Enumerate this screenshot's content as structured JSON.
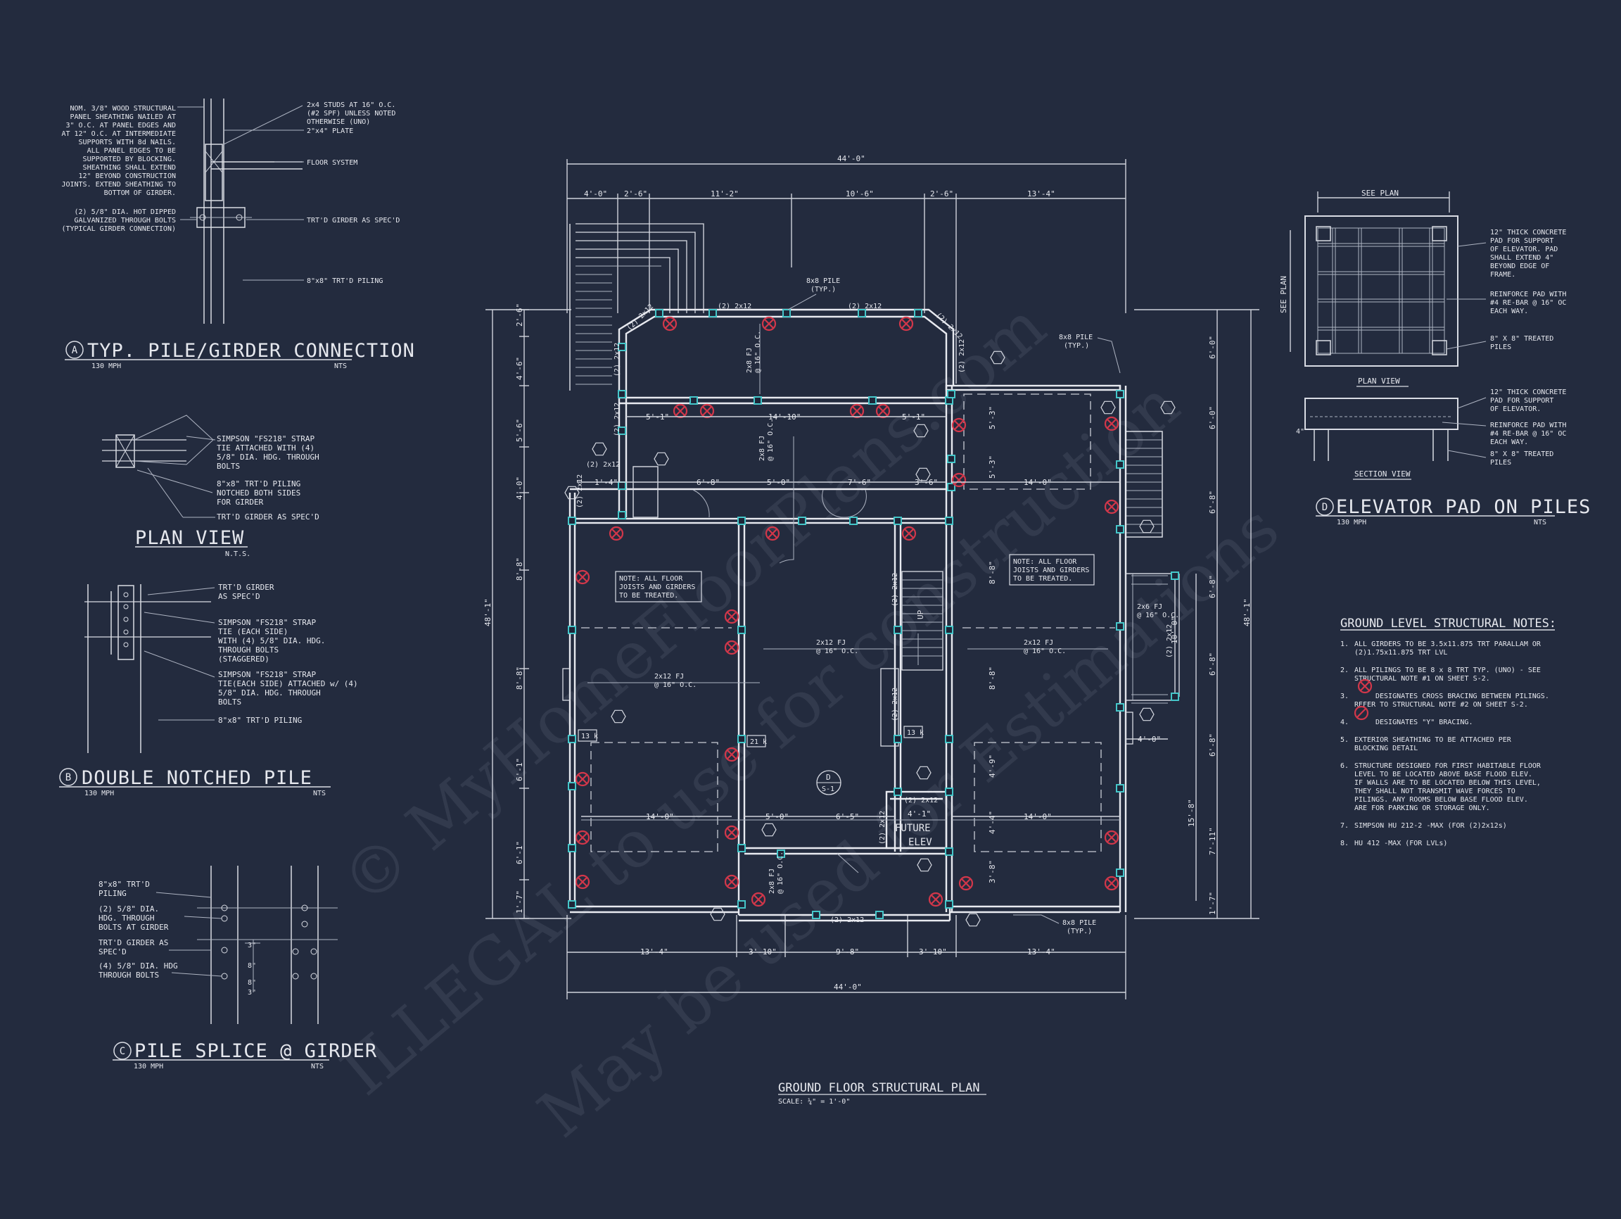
{
  "plan": {
    "title": "GROUND FLOOR STRUCTURAL PLAN",
    "scale": "SCALE: ¼\" = 1'-0\"",
    "overall_width": "44'-0\"",
    "overall_depth": "48'-1\"",
    "top_dims": [
      "4'-0\"",
      "2'-6\"",
      "11'-2\"",
      "10'-6\"",
      "2'-6\"",
      "13'-4\""
    ],
    "bottom_dims": [
      "13'-4\"",
      "3'-10\"",
      "9'-8\"",
      "3'-10\"",
      "13'-4\""
    ],
    "left_dims": [
      "2'-6\"",
      "4'-6\"",
      "5'-6\"",
      "4'-0\"",
      "8'-8\"",
      "8'-8\"",
      "6'-1\"",
      "6'-1\"",
      "1'-7\""
    ],
    "right_dims": [
      "6'-0\"",
      "6'-0\"",
      "6'-8\"",
      "6'-8\"",
      "6'-8\"",
      "6'-8\"",
      "7'-11\"",
      "1'-7\""
    ],
    "inner_dims": [
      "5'-1\"",
      "14'-10\"",
      "5'-1\"",
      "1'-4\"",
      "6'-8\"",
      "5'-0\"",
      "7'-6\"",
      "3'-6\"",
      "14'-0\"",
      "14'-0\"",
      "5'-0\"",
      "6'-5\"",
      "4'-1\"",
      "14'-0\"",
      "4'-0\"",
      "5'-3\"",
      "5'-3\"",
      "8'-8\"",
      "8'-8\"",
      "4'-9\"",
      "4'-4\"",
      "3'-8\"",
      "10'-0\"",
      "15'-8\""
    ],
    "member_labels": [
      "(2) 2x12",
      "(2) 2x12",
      "(2) 2x12",
      "(2) 2x12",
      "(2) 2x12",
      "(2) 2x12",
      "(2) 2x12",
      "(2) 2x12",
      "(2) 2x12",
      "(2) 2x12",
      "(2) 2x12",
      "(2) 2x12"
    ],
    "joist_labels": [
      "2x12 FJ\n@ 16\" O.C.",
      "2x12 FJ\n@ 16\" O.C.",
      "2x12 FJ\n@ 16\" O.C.",
      "2x6 FJ\n@ 16\" O.C.",
      "2x8 FJ\n@ 16\" O.C.",
      "2x8 FJ\n@ 16\" O.C.",
      "2x8 FJ\n@ 16\" O.C."
    ],
    "note1": [
      "NOTE: ALL FLOOR",
      "JOISTS AND GIRDERS",
      "TO BE TREATED."
    ],
    "note2": [
      "NOTE: ALL FLOOR",
      "JOISTS AND GIRDERS",
      "TO BE TREATED."
    ],
    "pile_callout_top": [
      "8x8 PILE",
      "(TYP.)"
    ],
    "pile_callout_right": [
      "8x8 PILE",
      "(TYP.)"
    ],
    "pile_callout_bottom": [
      "8x8 PILE",
      "(TYP.)"
    ],
    "future_elev": [
      "FUTURE",
      "ELEV"
    ],
    "beam_tags": [
      "13 k",
      "21 k",
      "13 k"
    ],
    "stair_up": "UP",
    "section_ref": [
      "D",
      "S-1"
    ]
  },
  "detail_a": {
    "letter": "A",
    "title": "TYP. PILE/GIRDER CONNECTION",
    "wind": "130 MPH",
    "scale": "NTS",
    "left_notes": [
      "NOM. 3/8\" WOOD STRUCTURAL",
      "PANEL SHEATHING NAILED AT",
      "3\" O.C. AT PANEL EDGES AND",
      "AT 12\" O.C. AT INTERMEDIATE",
      "SUPPORTS WITH 8d NAILS.",
      "ALL PANEL EDGES TO BE",
      "SUPPORTED BY BLOCKING.",
      "SHEATHING SHALL EXTEND",
      "12\" BEYOND CONSTRUCTION",
      "JOINTS. EXTEND SHEATHING TO",
      "BOTTOM OF GIRDER."
    ],
    "bolt_note": [
      "(2) 5/8\" DIA. HOT DIPPED",
      "GALVANIZED THROUGH BOLTS",
      "(TYPICAL GIRDER CONNECTION)"
    ],
    "stud_note": [
      "2x4 STUDS AT 16\" O.C.",
      "(#2 SPF) UNLESS NOTED",
      "OTHERWISE (UNO)"
    ],
    "plate_note": "2\"x4\" PLATE",
    "floor_note": "FLOOR SYSTEM",
    "girder_note": "TRT'D GIRDER AS SPEC'D",
    "piling_note": "8\"x8\" TRT'D PILING"
  },
  "detail_plan": {
    "title": "PLAN VIEW",
    "scale": "N.T.S.",
    "strap_note": [
      "SIMPSON \"FS218\" STRAP",
      "TIE ATTACHED WITH (4)",
      "5/8\" DIA. HDG. THROUGH",
      "BOLTS"
    ],
    "notch_note": [
      "8\"x8\" TRT'D PILING",
      "NOTCHED BOTH SIDES",
      "FOR GIRDER"
    ],
    "girder_note": "TRT'D GIRDER AS SPEC'D"
  },
  "detail_b": {
    "letter": "B",
    "title": "DOUBLE NOTCHED PILE",
    "wind": "130 MPH",
    "scale": "NTS",
    "girder_note": [
      "TRT'D GIRDER",
      "AS SPEC'D"
    ],
    "strap1": [
      "SIMPSON \"FS218\" STRAP",
      "TIE (EACH SIDE)",
      "WITH (4) 5/8\" DIA. HDG.",
      "THROUGH BOLTS",
      "(STAGGERED)"
    ],
    "strap2": [
      "SIMPSON \"FS218\" STRAP",
      "TIE(EACH SIDE) ATTACHED w/ (4)",
      "5/8\" DIA. HDG. THROUGH",
      "BOLTS"
    ],
    "piling_note": "8\"x8\" TRT'D PILING"
  },
  "detail_c": {
    "letter": "C",
    "title": "PILE SPLICE @ GIRDER",
    "wind": "130 MPH",
    "scale": "NTS",
    "notes": [
      "8\"x8\" TRT'D",
      "PILING",
      "(2) 5/8\" DIA.",
      "HDG. THROUGH",
      "BOLTS AT GIRDER",
      "TRT'D GIRDER AS",
      "SPEC'D",
      "(4) 5/8\" DIA. HDG",
      "THROUGH BOLTS"
    ],
    "dims": [
      "3\"",
      "8\"",
      "8\"",
      "3\""
    ]
  },
  "detail_d": {
    "letter": "D",
    "title": "ELEVATOR PAD ON PILES",
    "wind": "130 MPH",
    "scale": "NTS",
    "see_plan_top": "SEE PLAN",
    "see_plan_side": "SEE PLAN",
    "plan_view": "PLAN VIEW",
    "section_view": "SECTION VIEW",
    "dim_4": "4\"",
    "pad_note1": [
      "12\" THICK CONCRETE",
      "PAD FOR SUPPORT",
      "OF ELEVATOR. PAD",
      "SHALL EXTEND 4\"",
      "BEYOND EDGE OF",
      "FRAME."
    ],
    "rebar_note1": [
      "REINFORCE PAD WITH",
      "#4 RE-BAR @ 16\" OC",
      "EACH WAY."
    ],
    "pile_note1": [
      "8\" X 8\" TREATED",
      "PILES"
    ],
    "pad_note2": [
      "12\" THICK CONCRETE",
      "PAD FOR SUPPORT",
      "OF ELEVATOR."
    ],
    "rebar_note2": [
      "REINFORCE PAD WITH",
      "#4 RE-BAR @ 16\" OC",
      "EACH WAY."
    ],
    "pile_note2": [
      "8\" X 8\" TREATED",
      "PILES"
    ]
  },
  "notes": {
    "heading": "GROUND LEVEL STRUCTURAL NOTES:",
    "items": [
      {
        "num": "1.",
        "lines": [
          "ALL GIRDERS TO BE 3.5x11.875 TRT PARALLAM OR",
          "(2)1.75x11.875 TRT LVL"
        ]
      },
      {
        "num": "2.",
        "lines": [
          "ALL PILINGS TO BE 8 x 8 TRT TYP. (UNO) - SEE",
          "STRUCTURAL NOTE #1 ON SHEET S-2."
        ]
      },
      {
        "num": "3.",
        "lines": [
          "DESIGNATES CROSS BRACING BETWEEN PILINGS.",
          "REFER TO STRUCTURAL NOTE #2 ON SHEET S-2."
        ]
      },
      {
        "num": "4.",
        "lines": [
          "DESIGNATES \"Y\" BRACING."
        ]
      },
      {
        "num": "5.",
        "lines": [
          "EXTERIOR SHEATHING TO BE ATTACHED PER",
          "BLOCKING DETAIL"
        ]
      },
      {
        "num": "6.",
        "lines": [
          "STRUCTURE DESIGNED FOR FIRST HABITABLE FLOOR",
          "LEVEL TO BE LOCATED ABOVE BASE FLOOD ELEV.",
          "IF WALLS ARE TO BE LOCATED BELOW THIS LEVEL,",
          "THEY SHALL NOT TRANSMIT WAVE FORCES TO",
          "PILINGS.  ANY ROOMS BELOW BASE FLOOD ELEV.",
          "ARE FOR PARKING OR STORAGE ONLY."
        ]
      },
      {
        "num": "7.",
        "lines": [
          "SIMPSON HU 212-2 -MAX (FOR (2)2x12s)"
        ]
      },
      {
        "num": "8.",
        "lines": [
          "HU 412 -MAX (FOR LVLs)"
        ]
      }
    ]
  },
  "watermark": [
    "© MyHomeFloorPlans.com",
    "ILLEGAL to use for construction",
    "May be used for Estimations"
  ],
  "colors": {
    "background": "#232b3e",
    "linework": "#e6e8ee",
    "pile": "#45c6c9",
    "cross_bracing": "#d2374a"
  }
}
